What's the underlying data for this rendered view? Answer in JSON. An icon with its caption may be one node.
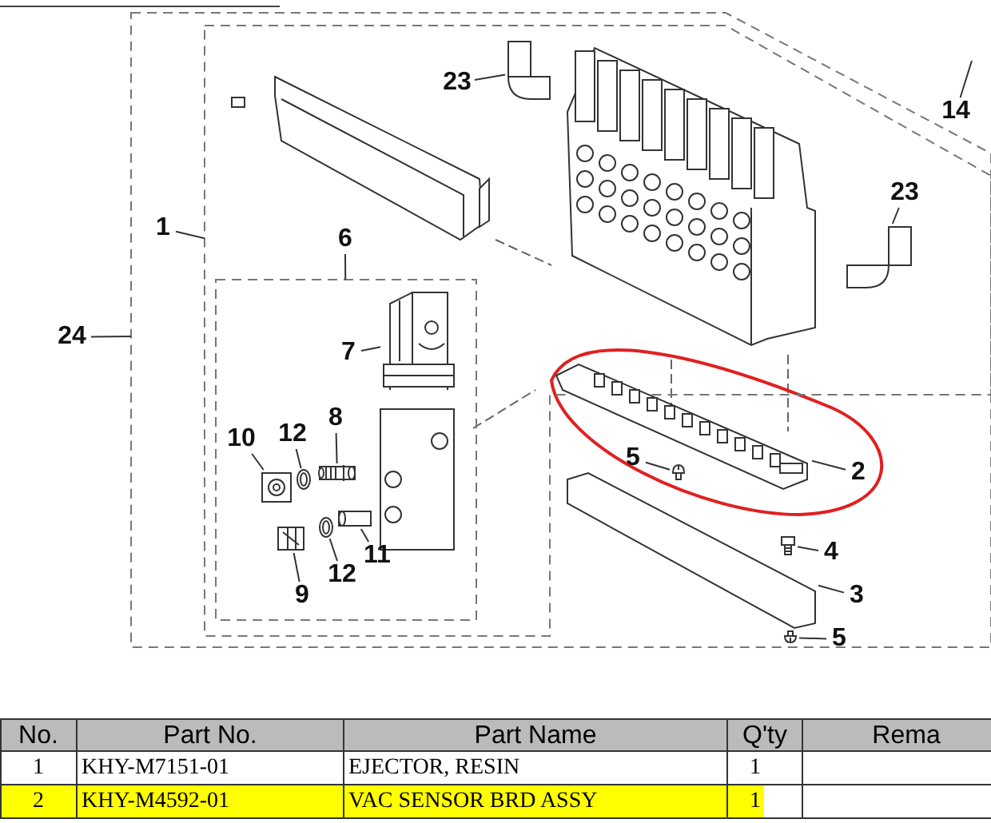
{
  "diagram": {
    "nodes": [
      {
        "text": [],
        "shape": "box"
      },
      {
        "text": [],
        "shape": "box",
        "in": 0
      },
      {
        "text": [],
        "shape": "box",
        "in": 1
      },
      {
        "text": [
          "23"
        ],
        "in": 1
      },
      {
        "text": [
          "14"
        ]
      },
      {
        "text": [
          "1"
        ],
        "in": 0
      },
      {
        "text": [
          "23"
        ],
        "in": 1
      },
      {
        "text": [
          "6"
        ],
        "in": 1
      },
      {
        "text": [
          "24"
        ]
      },
      {
        "text": [
          "7"
        ],
        "in": 2
      },
      {
        "text": [
          "2"
        ],
        "in": 0
      },
      {
        "text": [
          "8"
        ],
        "in": 2
      },
      {
        "text": [
          "10"
        ],
        "in": 2
      },
      {
        "text": [
          "12"
        ],
        "in": 2
      },
      {
        "text": [
          "5"
        ],
        "in": 0
      },
      {
        "text": [
          "4"
        ],
        "in": 0
      },
      {
        "text": [
          "12"
        ],
        "in": 2
      },
      {
        "text": [
          "11"
        ],
        "in": 2
      },
      {
        "text": [
          "9"
        ],
        "in": 2
      },
      {
        "text": [
          "3"
        ],
        "in": 0
      },
      {
        "text": [
          "5"
        ],
        "in": 0
      },
      {
        "text": [],
        "shape": "picture",
        "in": 1
      },
      {
        "text": [],
        "shape": "picture",
        "in": 1
      },
      {
        "text": [],
        "shape": "picture",
        "in": 2
      },
      {
        "text": [],
        "shape": "picture",
        "in": 0
      },
      {
        "text": [],
        "shape": "picture",
        "in": 2
      },
      {
        "text": [],
        "shape": "picture",
        "in": 2
      },
      {
        "text": [],
        "shape": "picture",
        "in": 2
      },
      {
        "text": [],
        "shape": "picture",
        "in": 0
      },
      {
        "text": [],
        "shape": "picture",
        "in": 0
      },
      {
        "text": [],
        "shape": "picture",
        "in": 2
      },
      {
        "text": [],
        "shape": "picture",
        "in": 2
      },
      {
        "text": [],
        "shape": "picture",
        "in": 2
      },
      {
        "text": [],
        "shape": "picture",
        "in": 0
      },
      {
        "text": [],
        "shape": "picture",
        "in": 0
      }
    ],
    "edges": [
      {
        "from": 3,
        "to": 21,
        "arrow": "none"
      },
      {
        "from": 4,
        "to": null,
        "arrow": "none"
      },
      {
        "from": 5,
        "to": 1,
        "arrow": "none"
      },
      {
        "from": 6,
        "to": 22,
        "arrow": "none"
      },
      {
        "from": 7,
        "to": 2,
        "arrow": "none"
      },
      {
        "from": 8,
        "to": 0,
        "arrow": "none"
      },
      {
        "from": 9,
        "to": 23,
        "arrow": "none"
      },
      {
        "from": 10,
        "to": 24,
        "arrow": "none"
      },
      {
        "from": 11,
        "to": 25,
        "arrow": "none"
      },
      {
        "from": 12,
        "to": 26,
        "arrow": "none"
      },
      {
        "from": 13,
        "to": 27,
        "arrow": "none"
      },
      {
        "from": 14,
        "to": 28,
        "arrow": "none"
      },
      {
        "from": 15,
        "to": 29,
        "arrow": "none"
      },
      {
        "from": 16,
        "to": 30,
        "arrow": "none"
      },
      {
        "from": 17,
        "to": 31,
        "arrow": "none"
      },
      {
        "from": 18,
        "to": 32,
        "arrow": "none"
      },
      {
        "from": 19,
        "to": 33,
        "arrow": "none"
      },
      {
        "from": 20,
        "to": 34,
        "arrow": "none"
      }
    ],
    "labels": [
      "No.",
      "Part No.",
      "Part Name",
      "Q'ty",
      "Rema",
      "1",
      "KHY-M7151-01",
      "EJECTOR, RESIN",
      "1",
      "2",
      "KHY-M4592-01",
      "VAC SENSOR BRD ASSY",
      "1"
    ]
  }
}
